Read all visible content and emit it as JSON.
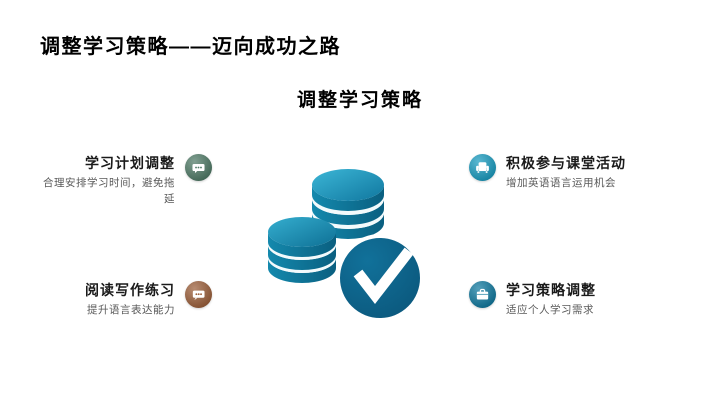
{
  "slide": {
    "main_title": "调整学习策略——迈向成功之路",
    "section_title": "调整学习策略",
    "background_color": "#ffffff",
    "title_color": "#000000"
  },
  "features": {
    "left_top": {
      "title": "学习计划调整",
      "desc": "合理安排学习时间，避免拖延",
      "icon": "chat-box-icon",
      "accent_color": "#4f7a66"
    },
    "left_bottom": {
      "title": "阅读写作练习",
      "desc": "提升语言表达能力",
      "icon": "speech-bubble-icon",
      "accent_color": "#9c5f3a"
    },
    "right_top": {
      "title": "积极参与课堂活动",
      "desc": "增加英语语言运用机会",
      "icon": "armchair-icon",
      "accent_color": "#1a9cc0"
    },
    "right_bottom": {
      "title": "学习策略调整",
      "desc": "适应个人学习需求",
      "icon": "briefcase-icon",
      "accent_color": "#10799f"
    }
  },
  "illustration": {
    "name": "coin-stacks-with-checkmark",
    "coin_face_color": "#2ba8c9",
    "coin_side_color": "#0e7095",
    "check_circle_color": "#0c5d83",
    "checkmark_color": "#ffffff"
  }
}
